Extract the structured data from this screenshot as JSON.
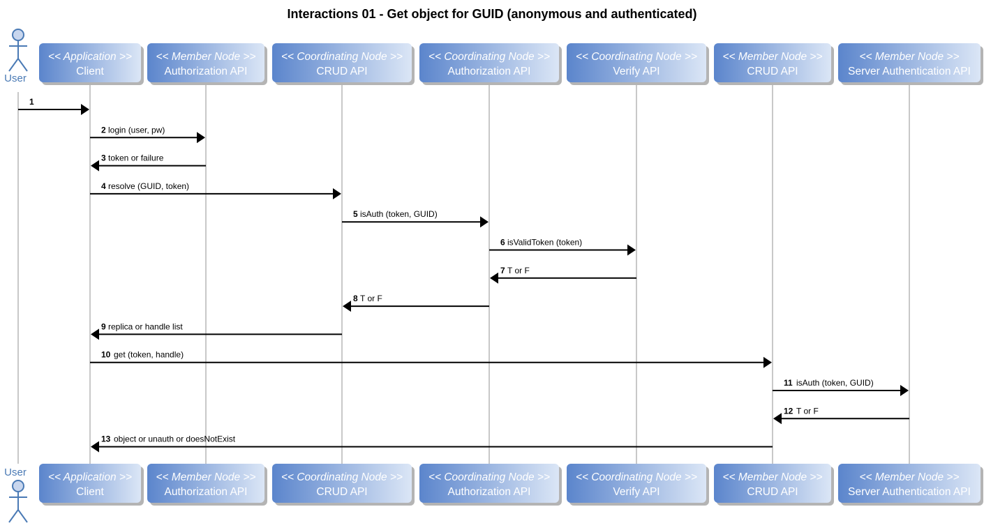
{
  "title": "Interactions 01 - Get object for GUID (anonymous and authenticated)",
  "actor": {
    "label": "User"
  },
  "participants": [
    {
      "stereotype": "<< Application >>",
      "name": "Client"
    },
    {
      "stereotype": "<< Member Node >>",
      "name": "Authorization API"
    },
    {
      "stereotype": "<< Coordinating Node >>",
      "name": "CRUD API"
    },
    {
      "stereotype": "<< Coordinating Node >>",
      "name": "Authorization API"
    },
    {
      "stereotype": "<< Coordinating Node >>",
      "name": "Verify API"
    },
    {
      "stereotype": "<< Member Node >>",
      "name": "CRUD API"
    },
    {
      "stereotype": "<< Member Node >>",
      "name": "Server Authentication API"
    }
  ],
  "messages": [
    {
      "num": "1",
      "text": "",
      "from": "User",
      "to": "Client"
    },
    {
      "num": "2",
      "text": "login (user, pw)",
      "from": "Client",
      "to": "Member Node Authorization API"
    },
    {
      "num": "3",
      "text": "token or failure",
      "from": "Member Node Authorization API",
      "to": "Client"
    },
    {
      "num": "4",
      "text": "resolve (GUID, token)",
      "from": "Client",
      "to": "Coordinating Node CRUD API"
    },
    {
      "num": "5",
      "text": "isAuth (token, GUID)",
      "from": "Coordinating Node CRUD API",
      "to": "Coordinating Node Authorization API"
    },
    {
      "num": "6",
      "text": "isValidToken (token)",
      "from": "Coordinating Node Authorization API",
      "to": "Coordinating Node Verify API"
    },
    {
      "num": "7",
      "text": "T or F",
      "from": "Coordinating Node Verify API",
      "to": "Coordinating Node Authorization API"
    },
    {
      "num": "8",
      "text": "T or F",
      "from": "Coordinating Node Authorization API",
      "to": "Coordinating Node CRUD API"
    },
    {
      "num": "9",
      "text": "replica or handle list",
      "from": "Coordinating Node CRUD API",
      "to": "Client"
    },
    {
      "num": "10",
      "text": "get (token, handle)",
      "from": "Client",
      "to": "Member Node CRUD API"
    },
    {
      "num": "11",
      "text": "isAuth (token, GUID)",
      "from": "Member Node CRUD API",
      "to": "Member Node Server Authentication API"
    },
    {
      "num": "12",
      "text": "T or F",
      "from": "Member Node Server Authentication API",
      "to": "Member Node CRUD API"
    },
    {
      "num": "13",
      "text": "object or unauth or doesNotExist",
      "from": "Member Node CRUD API",
      "to": "Client"
    }
  ],
  "colors": {
    "participant_fill_dark": "#5b85cc",
    "participant_fill_light": "#dbe6f6",
    "participant_shadow": "#b4b4b4",
    "actor_stroke": "#4a7ab5",
    "actor_fill": "#c8d6ee",
    "lifeline": "#909090",
    "arrow": "#000000"
  }
}
